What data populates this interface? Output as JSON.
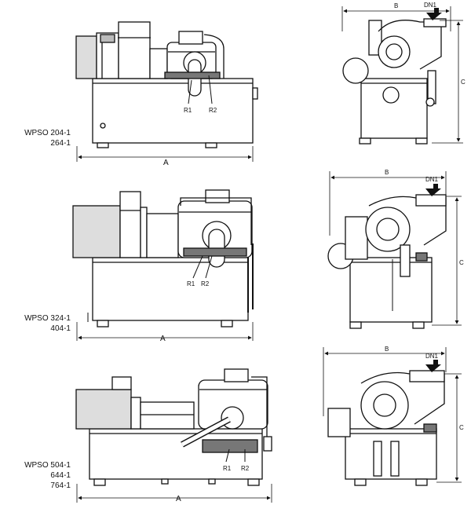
{
  "views": [
    {
      "model_lines": [
        "WPSO 204-1",
        "264-1"
      ],
      "side": {
        "dim_a": "A",
        "ports": [
          "R1",
          "R2"
        ]
      },
      "end": {
        "dim_b": "B",
        "dim_c": "C",
        "inlet": "DN1"
      }
    },
    {
      "model_lines": [
        "WPSO 324-1",
        "404-1"
      ],
      "side": {
        "dim_a": "A",
        "ports": [
          "R1",
          "R2"
        ]
      },
      "end": {
        "dim_b": "B",
        "dim_c": "C",
        "inlet": "DN1"
      }
    },
    {
      "model_lines": [
        "WPSO 504-1",
        "644-1",
        "764-1"
      ],
      "side": {
        "dim_a": "A",
        "ports": [
          "R1",
          "R2"
        ]
      },
      "end": {
        "dim_b": "B",
        "dim_c": "C",
        "inlet": "DN1"
      }
    }
  ],
  "colors": {
    "ink": "#111111",
    "tank": "#ffffff",
    "motor_shade": "#d9d9d9"
  }
}
